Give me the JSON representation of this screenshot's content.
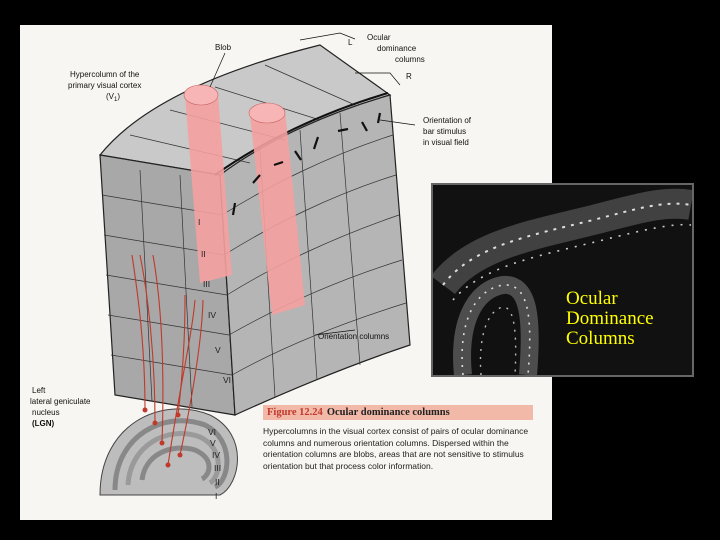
{
  "labels": {
    "blob": "Blob",
    "ocular_dominance_columns": [
      "Ocular",
      "dominance",
      "columns"
    ],
    "left_eye": "L",
    "right_eye": "R",
    "hypercolumn": [
      "Hypercolumn of the",
      "primary visual cortex",
      "(V",
      "1",
      ")"
    ],
    "orientation_bar": [
      "Orientation of",
      "bar stimulus",
      "in visual field"
    ],
    "orientation_columns": "Orientation columns",
    "lgn": [
      "Left",
      "lateral geniculate",
      "nucleus",
      "(LGN)"
    ]
  },
  "cortex_layers": [
    "I",
    "II",
    "III",
    "IV",
    "V",
    "VI"
  ],
  "lgn_layers": [
    "VI",
    "V",
    "IV",
    "III",
    "II",
    "I"
  ],
  "caption": {
    "figure_number": "Figure 12.24",
    "title": "Ocular dominance columns",
    "body": "Hypercolumns in the visual cortex consist of pairs of ocular dominance columns and numerous orientation columns. Dispersed within the orientation columns are blobs, areas that are not sensitive to stimulus orientation but that process color information."
  },
  "micrograph_label": [
    "Ocular",
    "Dominance",
    "Columns"
  ],
  "colors": {
    "background": "#000000",
    "panel": "#f8f6f2",
    "cortex_gray": "#a9a9a9",
    "blob_pink": "#f4a0a0",
    "axon_red": "#c0392b",
    "micrograph_text": "#ffff00"
  }
}
